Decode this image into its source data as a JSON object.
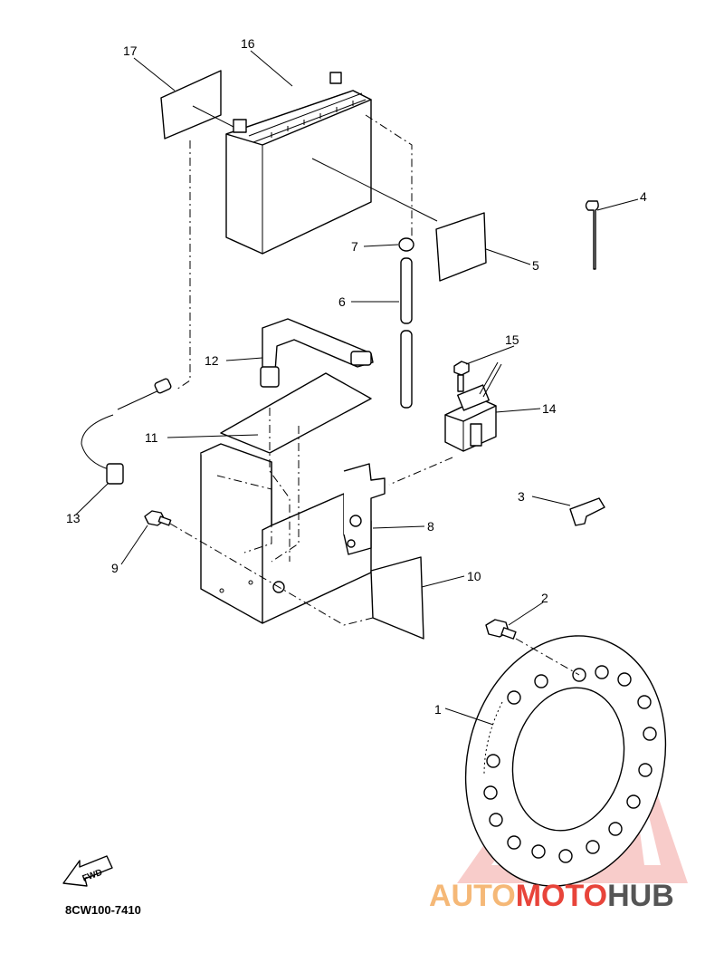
{
  "parts": [
    {
      "no": "1"
    },
    {
      "no": "2"
    },
    {
      "no": "3"
    },
    {
      "no": "4"
    },
    {
      "no": "5"
    },
    {
      "no": "6"
    },
    {
      "no": "7"
    },
    {
      "no": "8"
    },
    {
      "no": "9"
    },
    {
      "no": "10"
    },
    {
      "no": "11"
    },
    {
      "no": "12"
    },
    {
      "no": "13"
    },
    {
      "no": "14"
    },
    {
      "no": "15"
    },
    {
      "no": "16"
    },
    {
      "no": "17"
    }
  ],
  "fwd_label": "FWD",
  "diagram_code": "8CW100-7410",
  "watermark": {
    "part1": "AUTO",
    "part2": "MOTO",
    "part3": "HUB",
    "color_light": "#f5b877",
    "color_dark": "#e8443a",
    "color_hub": "#555555"
  }
}
